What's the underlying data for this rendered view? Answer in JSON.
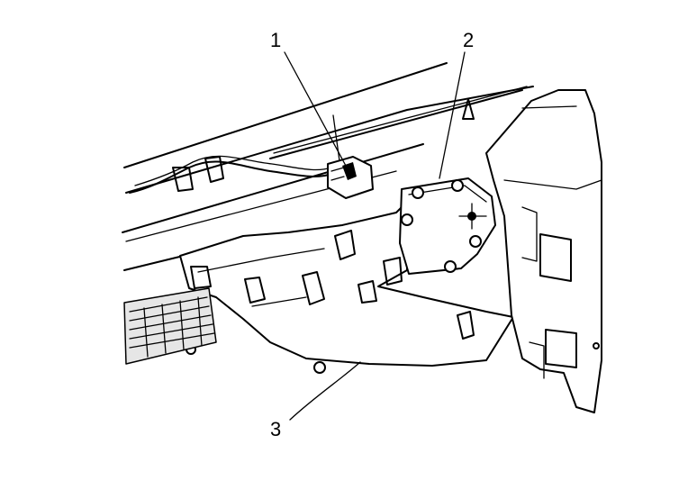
{
  "callouts": [
    {
      "number": "1",
      "target": "electrical-connector"
    },
    {
      "number": "2",
      "target": "actuator"
    },
    {
      "number": "3",
      "target": "heater-duct-assembly"
    }
  ],
  "colors": {
    "line": "#000000",
    "background": "#ffffff"
  }
}
